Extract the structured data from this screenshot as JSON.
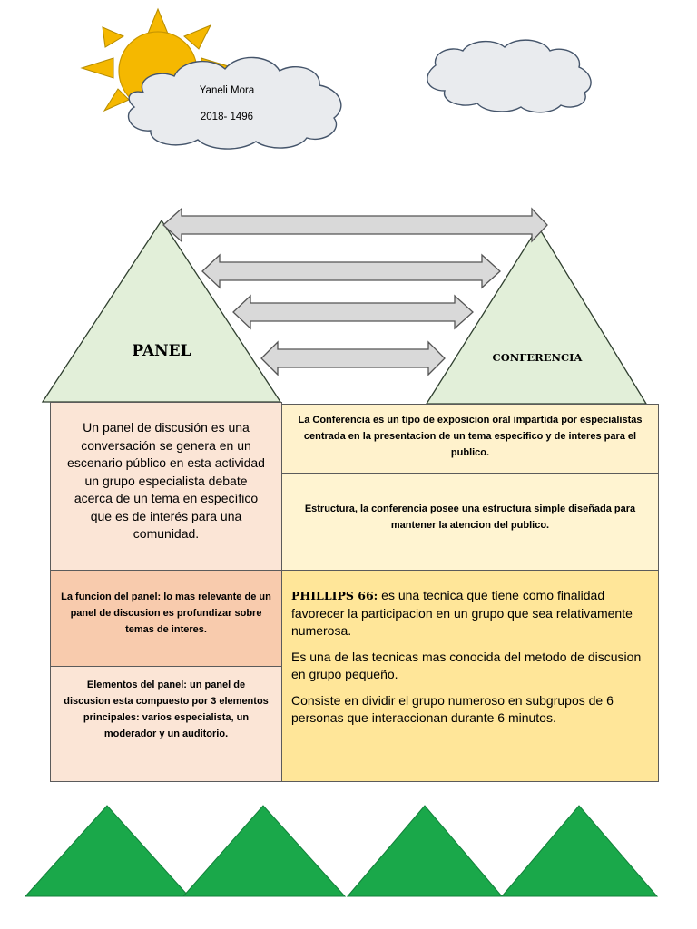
{
  "header": {
    "name": "Yaneli Mora",
    "id": "2018- 1496"
  },
  "panel": {
    "title": "PANEL",
    "description": "Un panel de discusión es una conversación se genera en un escenario público en esta actividad un grupo especialista debate acerca de un tema en específico que es de interés para una comunidad.",
    "function": "La funcion del panel:  lo mas relevante de un panel de discusion es profundizar sobre temas de interes.",
    "elements": "Elementos del panel: un panel de discusion  esta compuesto por 3 elementos principales: varios especialista, un moderador y un auditorio."
  },
  "conferencia": {
    "title": "CONFERENCIA",
    "definition": "La Conferencia es un tipo de exposicion oral impartida por especialistas centrada en la presentacion de un tema especifico y de interes para el publico.",
    "structure": "Estructura, la conferencia posee una estructura simple diseñada para mantener la atencion del publico."
  },
  "phillips": {
    "label": "PHILLIPS 66:",
    "intro": " es una tecnica que tiene como finalidad favorecer la participacion en un grupo que sea relativamente numerosa.",
    "p2": "Es una de las tecnicas mas conocida del metodo de discusion en grupo pequeño.",
    "p3": "Consiste en dividir el grupo numeroso en subgrupos de 6 personas que interaccionan durante 6 minutos."
  },
  "colors": {
    "sun": "#f5b800",
    "cloud_fill": "#e9ebee",
    "cloud_stroke": "#44546a",
    "triangle_fill": "#e2efd9",
    "triangle_stroke": "#2f3f2f",
    "arrow_fill": "#d9d9d9",
    "panel_box": "#fbe5d6",
    "panel_function_box": "#f8cbad",
    "conf_box_1": "#fff2cc",
    "conf_box_2": "#fff4d1",
    "phillips_box": "#ffe699",
    "mountains": "#1aa84a"
  }
}
